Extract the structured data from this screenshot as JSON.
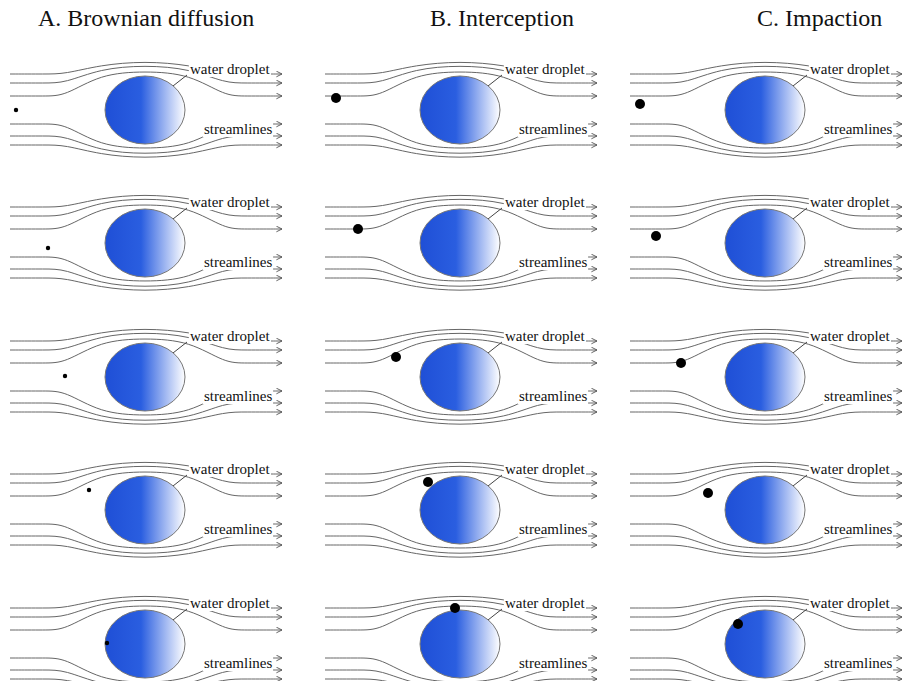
{
  "diagram": {
    "labels": [
      "A. Brownian diffusion",
      "B. Interception",
      "C. Impaction",
      "water droplet",
      "streamlines",
      "water droplet",
      "streamlines",
      "water droplet",
      "streamlines",
      "water droplet",
      "streamlines",
      "water droplet",
      "streamlines",
      "water droplet",
      "streamlines",
      "water droplet",
      "streamlines",
      "water droplet",
      "streamlines",
      "water droplet",
      "streamlines",
      "water droplet",
      "streamlines",
      "water droplet",
      "streamlines",
      "water droplet",
      "streamlines",
      "water droplet",
      "streamlines",
      "water droplet",
      "streamlines",
      "water droplet",
      "streamlines"
    ]
  }
}
